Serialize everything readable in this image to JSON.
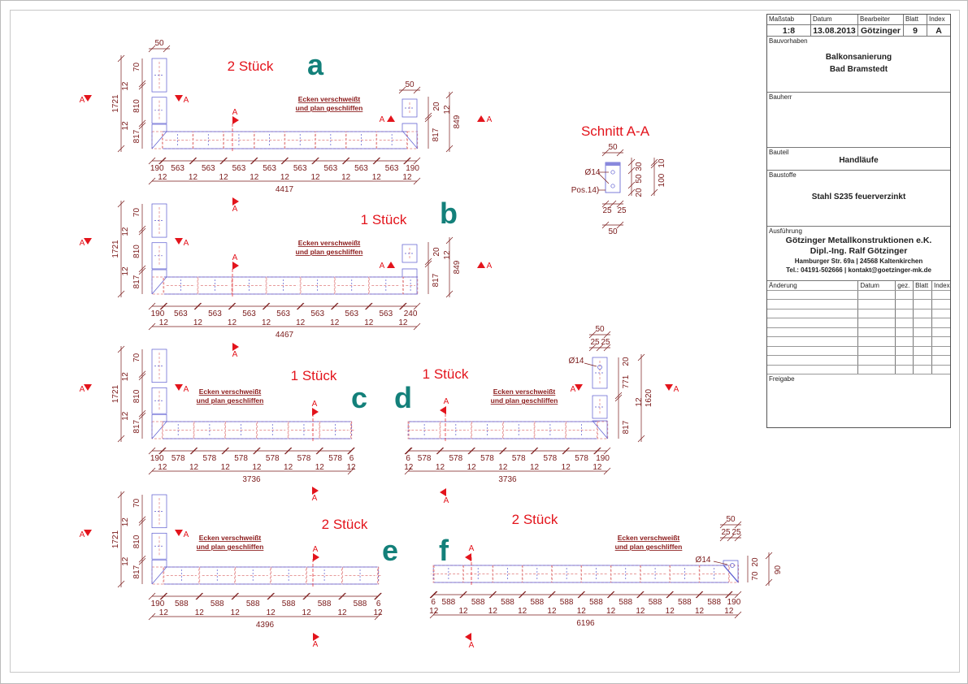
{
  "colors": {
    "dimension": "#7a1a1a",
    "quantity": "#e3141c",
    "letter": "#13807a",
    "outline_blue": "#5a5ad0",
    "outline_pink": "#e07a7a"
  },
  "section_mark": "A",
  "parts": [
    {
      "letter": "a",
      "qty": "2 Stück",
      "note": [
        "Ecken verschweißt",
        "und plan geschliffen"
      ],
      "bottom": [
        "190",
        "563",
        "563",
        "563",
        "563",
        "563",
        "563",
        "563",
        "563",
        "190"
      ],
      "gaps": [
        "12",
        "12",
        "12",
        "12",
        "12",
        "12",
        "12",
        "12"
      ],
      "total": "4417",
      "left": {
        "width": "50",
        "inner": [
          "70",
          "810",
          "817"
        ],
        "gaps": [
          "12",
          "12"
        ],
        "overall": "1721"
      },
      "right": {
        "width": "50",
        "inner": [
          "20",
          "817"
        ],
        "gap": "12",
        "overall": "849"
      }
    },
    {
      "letter": "b",
      "qty": "1 Stück",
      "note": [
        "Ecken verschweißt",
        "und plan geschliffen"
      ],
      "bottom": [
        "190",
        "563",
        "563",
        "563",
        "563",
        "563",
        "563",
        "563",
        "240"
      ],
      "gaps": [
        "12",
        "12",
        "12",
        "12",
        "12",
        "12",
        "12"
      ],
      "total": "4467",
      "left": {
        "inner": [
          "70",
          "810",
          "817"
        ],
        "gaps": [
          "12",
          "12"
        ],
        "overall": "1721"
      },
      "right": {
        "inner": [
          "20",
          "817"
        ],
        "gap": "12",
        "overall": "849"
      }
    },
    {
      "letter": "c",
      "qty": "1 Stück",
      "note": [
        "Ecken verschweißt",
        "und plan geschliffen"
      ],
      "bottom": [
        "190",
        "578",
        "578",
        "578",
        "578",
        "578",
        "578",
        "6"
      ],
      "gaps": [
        "12",
        "12",
        "12",
        "12",
        "12",
        "12"
      ],
      "total": "3736",
      "left": {
        "inner": [
          "70",
          "810",
          "817"
        ],
        "gaps": [
          "12",
          "12"
        ],
        "overall": "1721"
      }
    },
    {
      "letter": "d",
      "qty": "1 Stück",
      "note": [
        "Ecken verschweißt",
        "und plan geschliffen"
      ],
      "bottom": [
        "6",
        "578",
        "578",
        "578",
        "578",
        "578",
        "578",
        "190"
      ],
      "gaps": [
        "12",
        "12",
        "12",
        "12",
        "12",
        "12"
      ],
      "total": "3736",
      "right": {
        "width": "50",
        "halves": [
          "25",
          "25"
        ],
        "hole": "Ø14",
        "inner": [
          "20",
          "771",
          "817"
        ],
        "gap": "12",
        "overall": "1620"
      }
    },
    {
      "letter": "e",
      "qty": "2 Stück",
      "note": [
        "Ecken verschweißt",
        "und plan geschliffen"
      ],
      "bottom": [
        "190",
        "588",
        "588",
        "588",
        "588",
        "588",
        "588",
        "6"
      ],
      "gaps": [
        "12",
        "12",
        "12",
        "12",
        "12",
        "12"
      ],
      "total": "4396",
      "left": {
        "inner": [
          "70",
          "810",
          "817"
        ],
        "gaps": [
          "12",
          "12"
        ],
        "overall": "1721"
      }
    },
    {
      "letter": "f",
      "qty": "2 Stück",
      "note": [
        "Ecken verschweißt",
        "und plan geschliffen"
      ],
      "bottom": [
        "6",
        "588",
        "588",
        "588",
        "588",
        "588",
        "588",
        "588",
        "588",
        "588",
        "588",
        "190"
      ],
      "gaps": [
        "12",
        "12",
        "12",
        "12",
        "12",
        "12",
        "12",
        "12",
        "12",
        "12"
      ],
      "total": "6196",
      "right": {
        "width": "50",
        "halves": [
          "25",
          "25"
        ],
        "hole": "Ø14",
        "inner": [
          "20",
          "70"
        ],
        "overall": "90"
      }
    }
  ],
  "section_view": {
    "title": "Schnitt A-A",
    "top_width": "50",
    "hole": "Ø14",
    "position": "Pos.14)",
    "right": [
      "30",
      "50",
      "20"
    ],
    "outer": [
      "10",
      "100"
    ],
    "halves": [
      "25",
      "25"
    ],
    "bottom_width": "50"
  },
  "title_block": {
    "headers": [
      "Maßstab",
      "Datum",
      "Bearbeiter",
      "Blatt",
      "Index"
    ],
    "values": [
      "1:8",
      "13.08.2013",
      "Götzinger",
      "9",
      "A"
    ],
    "bauvorhaben_label": "Bauvorhaben",
    "bauvorhaben": [
      "Balkonsanierung",
      "Bad Bramstedt"
    ],
    "bauherr_label": "Bauherr",
    "bauteil_label": "Bauteil",
    "bauteil": "Handläufe",
    "baustoffe_label": "Baustoffe",
    "baustoffe": "Stahl S235 feuerverzinkt",
    "ausfuehrung_label": "Ausführung",
    "company": "Götzinger Metallkonstruktionen e.K.",
    "engineer": "Dipl.-Ing. Ralf Götzinger",
    "address": "Hamburger Str. 69a | 24568 Kaltenkirchen",
    "contact": "Tel.: 04191-502666 | kontakt@goetzinger-mk.de",
    "changes_headers": [
      "Änderung",
      "Datum",
      "gez.",
      "Blatt",
      "Index"
    ],
    "freigabe_label": "Freigabe"
  }
}
